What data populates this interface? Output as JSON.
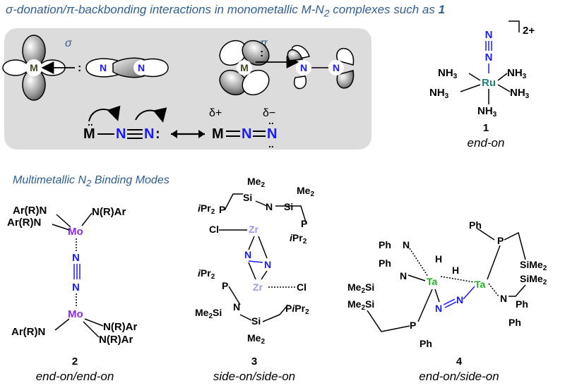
{
  "header": {
    "title_sigma": "σ",
    "title_mid1": "-donation/",
    "title_pi": "π",
    "title_rest": "-backbonding interactions in monometallic M-N",
    "title_sub": "2",
    "title_end": " complexes such as ",
    "title_ref": "1"
  },
  "orbitals": {
    "sigma_label": "σ",
    "pi_label": "π",
    "metal": "M",
    "nitrogen": "N",
    "delta_plus": "δ+",
    "delta_minus": "δ−"
  },
  "complex1": {
    "charge": "2+",
    "metal": "Ru",
    "ligand": "NH3",
    "number": "1",
    "mode": "end-on"
  },
  "multi": {
    "title_main": "Multimetallic N",
    "title_sub": "2",
    "title_end": " Binding Modes"
  },
  "complex2": {
    "number": "2",
    "mode": "end-on/end-on",
    "metal": "Mo"
  },
  "complex3": {
    "number": "3",
    "mode": "side-on/side-on",
    "metal": "Zr"
  },
  "complex4": {
    "number": "4",
    "mode": "end-on/side-on",
    "metal": "Ta"
  },
  "colors": {
    "nitrogen_blue": "#1a1aff",
    "ru_teal": "#1f7f7f",
    "mo_purple": "#8a2be2",
    "zr_lavender": "#9a9ae6",
    "ta_green": "#22b022",
    "metal_olive": "#3d4a1e",
    "title_blue": "#2f5f8f"
  }
}
